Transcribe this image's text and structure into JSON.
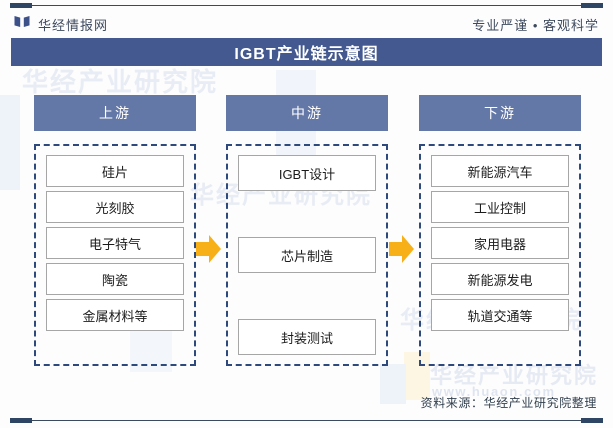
{
  "brand": {
    "logo_icon": "open-book-icon",
    "name": "华经情报网",
    "tagline": "专业严谨 • 客观科学"
  },
  "title": "IGBT产业链示意图",
  "chain": {
    "columns": [
      {
        "header": "上游",
        "layout": "stack",
        "items": [
          "硅片",
          "光刻胶",
          "电子特气",
          "陶瓷",
          "金属材料等"
        ]
      },
      {
        "header": "中游",
        "layout": "spread",
        "items": [
          "IGBT设计",
          "芯片制造",
          "封装测试"
        ]
      },
      {
        "header": "下游",
        "layout": "stack",
        "items": [
          "新能源汽车",
          "工业控制",
          "家用电器",
          "新能源发电",
          "轨道交通等"
        ]
      }
    ],
    "arrows": [
      "right-arrow-icon",
      "right-arrow-icon"
    ]
  },
  "watermark": {
    "institute": "华经产业研究院",
    "url": "www.huaon.com"
  },
  "footer": {
    "source": "资料来源：华经产业研究院整理"
  },
  "colors": {
    "title_band": "#43598f",
    "column_header": "#6478a8",
    "dashed_border": "#2e4a7d",
    "arrow": "#f7b017",
    "rule": "#3c4a60"
  }
}
